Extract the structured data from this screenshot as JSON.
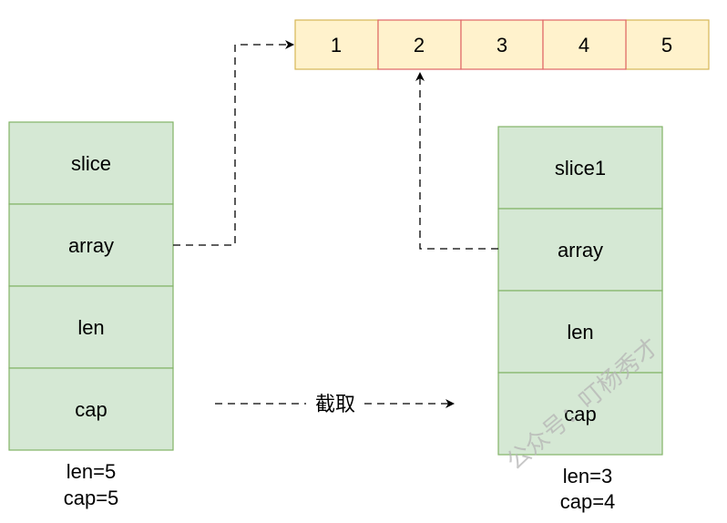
{
  "array": [
    "1",
    "2",
    "3",
    "4",
    "5"
  ],
  "slice_left": {
    "fields": [
      "slice",
      "array",
      "len",
      "cap"
    ],
    "info": [
      "len=5",
      "cap=5"
    ]
  },
  "slice_right": {
    "fields": [
      "slice1",
      "array",
      "len",
      "cap"
    ],
    "info": [
      "len=3",
      "cap=4"
    ]
  },
  "operation_label": "截取",
  "watermark": "公众号：叮杨秀才",
  "colors": {
    "array_fill": "#fff2cc",
    "array_border": "#d6b656",
    "selected_border": "#e06666",
    "struct_fill": "#d5e8d4",
    "struct_border": "#82b366"
  }
}
